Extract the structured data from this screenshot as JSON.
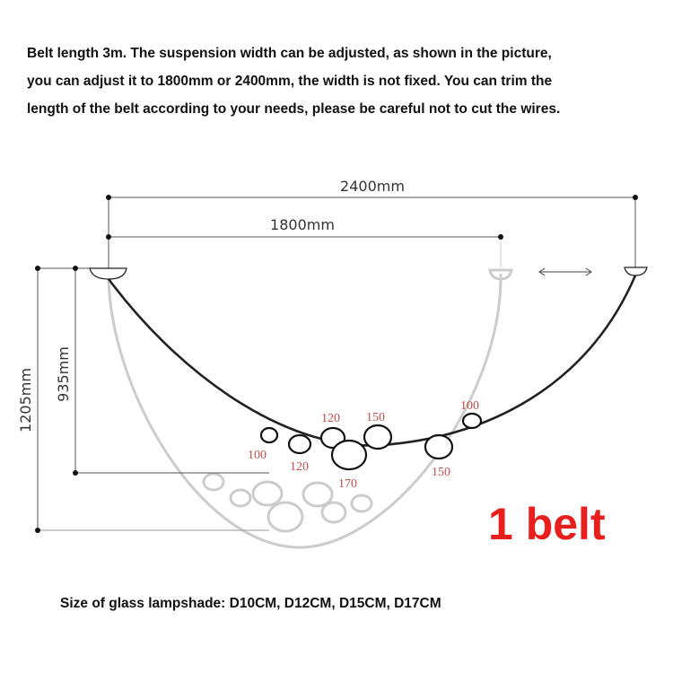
{
  "intro": {
    "line1": "Belt length 3m. The suspension width can be adjusted, as shown in the picture,",
    "line2": "you can adjust it to 1800mm or 2400mm, the width is not fixed. You can trim the",
    "line3": "length of the belt according to your needs, please be careful not to cut the wires."
  },
  "dimensions": {
    "width_2400": "2400mm",
    "width_1800": "1800mm",
    "height_1205": "1205mm",
    "height_935": "935mm"
  },
  "shade_labels": {
    "l_100_left": "100",
    "l_120_bottom": "120",
    "l_120_top": "120",
    "l_150_top": "150",
    "l_170": "170",
    "l_150_right": "150",
    "l_100_right": "100"
  },
  "belt_label": "1 belt",
  "footer": "Size of glass lampshade: D10CM, D12CM, D15CM, D17CM",
  "colors": {
    "belt_label": "#e8201d",
    "shade_labels": "#c0504d",
    "belt_line": "#222222",
    "faded_line": "#cccccc"
  }
}
